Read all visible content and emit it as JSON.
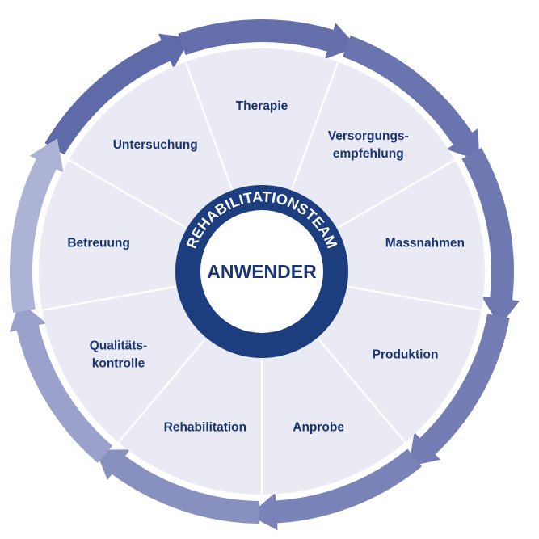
{
  "ring_title": "REHABILITATIONSTEAM",
  "center_title": "ANWENDER",
  "segments": [
    {
      "lines": [
        "Untersuchung"
      ]
    },
    {
      "lines": [
        "Therapie"
      ]
    },
    {
      "lines": [
        "Versorgungs-",
        "empfehlung"
      ]
    },
    {
      "lines": [
        "Massnahmen"
      ]
    },
    {
      "lines": [
        "Produktion"
      ]
    },
    {
      "lines": [
        "Anprobe"
      ]
    },
    {
      "lines": [
        "Rehabilitation"
      ]
    },
    {
      "lines": [
        "Qualitäts-",
        "kontrolle"
      ]
    },
    {
      "lines": [
        "Betreuung"
      ]
    }
  ],
  "colors": {
    "segment_fill": "#e9eaf3",
    "divider": "#ffffff",
    "ring": "#1c3d7e",
    "text": "#1b3572",
    "arrow_dark": "#5f6aa8",
    "arrow_light": "#c9cde5"
  }
}
